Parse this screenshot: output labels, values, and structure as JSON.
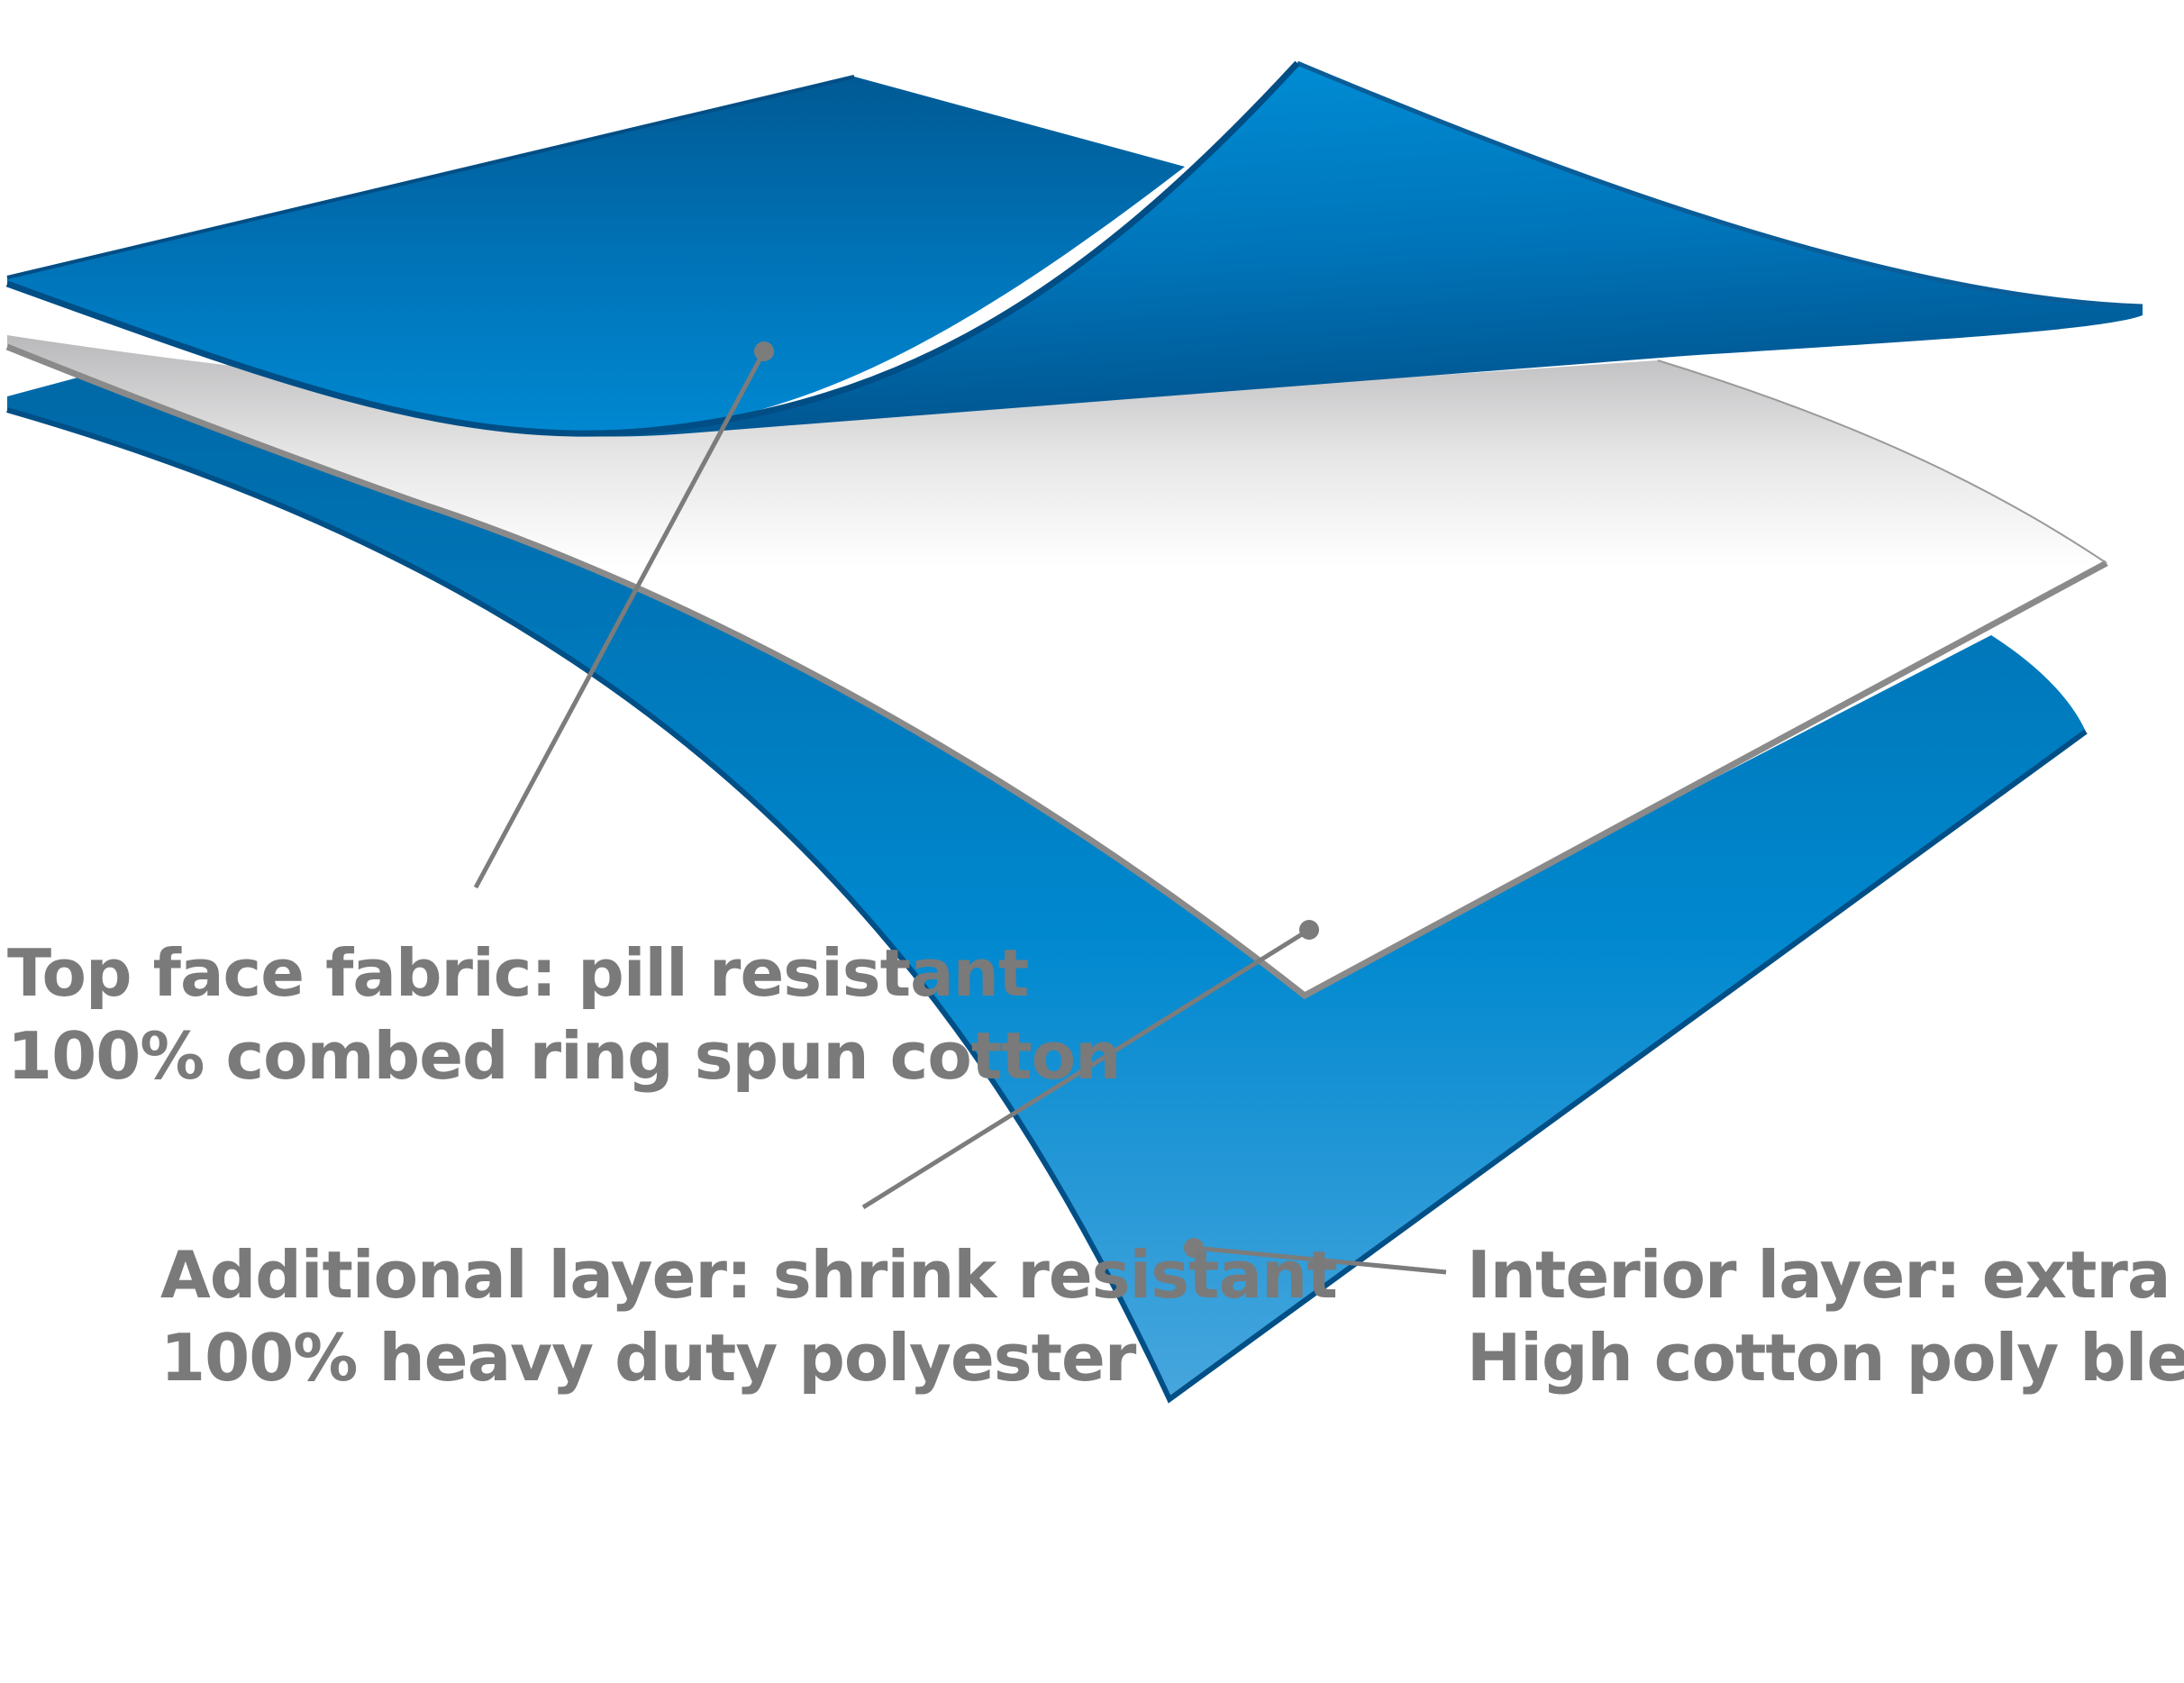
{
  "labels": {
    "top_face": {
      "line1": "Top face fabric: pill resistant",
      "line2": "100% combed ring spun cotton"
    },
    "additional": {
      "line1": "Additional layer: shrink resistant",
      "line2": "100% heavy duty polyester"
    },
    "interior": {
      "line1": "Interior layer: extra comfy",
      "line2": "High cotton poly blend"
    }
  },
  "colors": {
    "fabric_blue_dark": "#00568f",
    "fabric_blue": "#0086cc",
    "fabric_blue_light": "#45a6dc",
    "poly_white": "#ffffff",
    "poly_edge": "#8a8a8a",
    "label_gray": "#7a7a7a"
  }
}
